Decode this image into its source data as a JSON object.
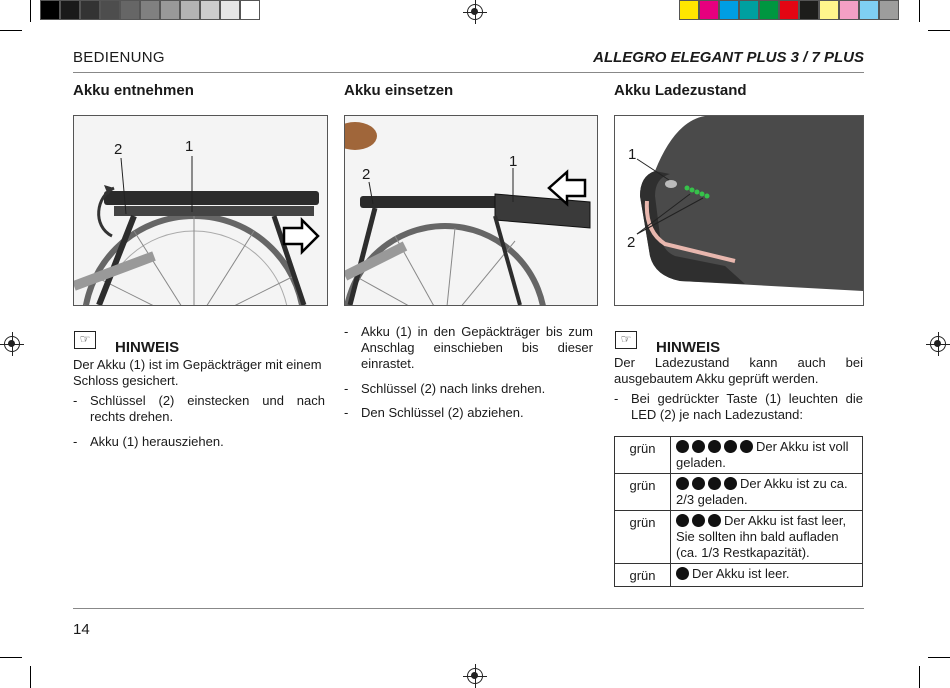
{
  "header": {
    "section": "BEDIENUNG",
    "model": "ALLEGRO ELEGANT PLUS 3 / 7 PLUS"
  },
  "page_number": "14",
  "print_marks": {
    "gray_steps": [
      "#000000",
      "#1a1a1a",
      "#333333",
      "#4d4d4d",
      "#666666",
      "#808080",
      "#999999",
      "#b3b3b3",
      "#cccccc",
      "#e6e6e6",
      "#ffffff"
    ],
    "color_steps": [
      "#ffe600",
      "#e6007e",
      "#009ee3",
      "#00a0a0",
      "#009640",
      "#e30613",
      "#1d1d1b",
      "#fff58c",
      "#f49fc4",
      "#7fcff3",
      "#9d9d9c"
    ]
  },
  "columns": {
    "remove": {
      "title": "Akku entnehmen",
      "callouts": [
        "2",
        "1"
      ],
      "note_icon": "☞",
      "note_title": "HINWEIS",
      "note_text": "Der Akku (1) ist im Gepäckträger mit einem Schloss gesichert.",
      "steps": [
        "Schlüssel (2) einstecken und nach rechts drehen.",
        "Akku (1) herausziehen."
      ]
    },
    "insert": {
      "title": "Akku einsetzen",
      "callouts": [
        "2",
        "1"
      ],
      "steps": [
        "Akku (1) in den Gepäckträger bis zum Anschlag einschieben bis dieser einrastet.",
        "Schlüssel (2) nach links drehen.",
        "Den Schlüssel (2) abziehen."
      ]
    },
    "charge": {
      "title": "Akku Ladezustand",
      "callouts": [
        "1",
        "2"
      ],
      "note_icon": "☞",
      "note_title": "HINWEIS",
      "note_text": "Der Ladezustand kann auch bei ausgebautem Akku geprüft werden.",
      "steps": [
        "Bei gedrückter Taste (1) leuchten die LED (2) je nach Ladezustand:"
      ],
      "table": [
        {
          "color": "grün",
          "leds": 5,
          "text": "Der Akku ist voll geladen."
        },
        {
          "color": "grün",
          "leds": 4,
          "text": "Der Akku ist zu ca. 2/3 geladen."
        },
        {
          "color": "grün",
          "leds": 3,
          "text": "Der Akku ist fast leer, Sie sollten ihn bald aufladen (ca. 1/3 Restkapazität)."
        },
        {
          "color": "grün",
          "leds": 1,
          "text": "Der Akku ist leer."
        }
      ]
    }
  }
}
